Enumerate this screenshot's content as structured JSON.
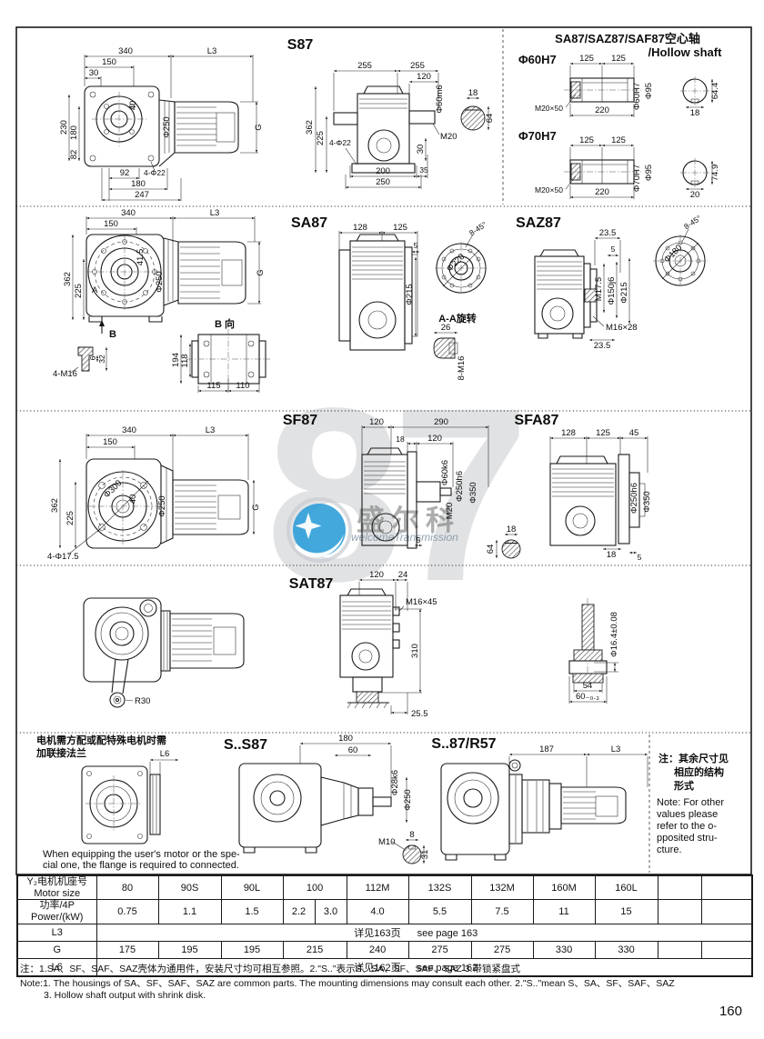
{
  "page": {
    "number": "160"
  },
  "watermark": {
    "big_number": "87",
    "brand": "盛尔科",
    "subtitle": "welcomeTransmission"
  },
  "titles": {
    "s87": "S87",
    "hollow_cn": "SA87/SAZ87/SAF87空心轴",
    "hollow_en": "/Hollow shaft",
    "d60": "Φ60H7",
    "d70": "Φ70H7",
    "sa87": "SA87",
    "saz87": "SAZ87",
    "sf87": "SF87",
    "sfa87": "SFA87",
    "sat87": "SAT87",
    "ss87": "S..S87",
    "s87r57": "S..87/R57"
  },
  "dims": {
    "s87_front": [
      "340",
      "L3",
      "150",
      "30",
      "230",
      "180",
      "82",
      "40",
      "Φ250",
      "G",
      "92",
      "4-Φ22",
      "180",
      "247"
    ],
    "s87_side": [
      "255",
      "255",
      "120",
      "Φ60m6",
      "18",
      "64",
      "M20",
      "362",
      "225",
      "4-Φ22",
      "30",
      "200",
      "35",
      "250"
    ],
    "hollow60": [
      "125",
      "125",
      "M20×50",
      "220",
      "Φ60H7",
      "Φ95",
      "64.4",
      "18"
    ],
    "hollow70": [
      "125",
      "125",
      "M20×50",
      "220",
      "Φ70H7",
      "Φ95",
      "74.9",
      "20"
    ],
    "sa87_front": [
      "340",
      "L3",
      "150",
      "362",
      "225",
      "41.5",
      "Φ250",
      "G",
      "B",
      "A"
    ],
    "sa87_stud": [
      "4-M16",
      "6",
      "32"
    ],
    "sa87_bview": [
      "B 向",
      "194",
      "118",
      "115",
      "110"
    ],
    "sa87_side": [
      "128",
      "125",
      "5",
      "Φ215"
    ],
    "sa87_flange": [
      "8-45°",
      "Φ220"
    ],
    "sa87_aa": [
      "A-A旋转",
      "26",
      "8-M16"
    ],
    "saz87_side": [
      "23.5",
      "5",
      "M17.5",
      "Φ150j6",
      "Φ215",
      "M16×28",
      "23.5"
    ],
    "saz87_flange": [
      "8-45°",
      "Φ180"
    ],
    "sf87_front": [
      "340",
      "L3",
      "150",
      "362",
      "225",
      "Φ300",
      "40",
      "Φ250",
      "G",
      "4-Φ17.5"
    ],
    "sf87_side": [
      "120",
      "290",
      "18",
      "120",
      "Φ60k6",
      "Φ250h6",
      "Φ350",
      "M20",
      "5",
      "18",
      "64"
    ],
    "sfa87_side": [
      "128",
      "125",
      "45",
      "Φ250h6",
      "Φ350",
      "18",
      "5"
    ],
    "sat87_front": [
      "R30"
    ],
    "sat87_side": [
      "120",
      "24",
      "M16×45",
      "310",
      "25.5"
    ],
    "sat87_detail": [
      "Φ16.4±0.08",
      "54",
      "60₋₀.₃"
    ],
    "ss87_flange": [
      "L6"
    ],
    "ss87_side": [
      "180",
      "60",
      "Φ28k6",
      "Φ250",
      "M10",
      "8",
      "31"
    ],
    "s87r57": [
      "187",
      "L3"
    ]
  },
  "row5_notes": {
    "cn1": "电机需方配或配特殊电机时需",
    "cn2": "加联接法兰",
    "en1": "When equipping the user's motor or the spe-",
    "en2": "cial one, the flange is required to connected."
  },
  "side_note": {
    "cn1": "注：其余尺寸见",
    "cn2": "相应的结构",
    "cn3": "形式",
    "en1": "Note: For other",
    "en2": "values please",
    "en3": "refer to the o-",
    "en4": "pposited stru-",
    "en5": "cture."
  },
  "table": {
    "motor_label_cn": "Y₂电机机座号",
    "motor_label_en": "Motor size",
    "power_label_cn": "功率/4P",
    "power_label_en": "Power/(kW)",
    "motor_sizes": [
      "80",
      "90S",
      "90L",
      "100",
      "112M",
      "132S",
      "132M",
      "160M",
      "160L"
    ],
    "powers": [
      "0.75",
      "1.1",
      "1.5",
      "2.2",
      "3.0",
      "4.0",
      "5.5",
      "7.5",
      "11",
      "15"
    ],
    "l3_label": "L3",
    "l3_cn": "详见163页",
    "l3_en": "see page 163",
    "g_label": "G",
    "g_values": [
      "175",
      "195",
      "195",
      "215",
      "240",
      "275",
      "275",
      "330",
      "330"
    ],
    "l6_label": "L6",
    "l6_cn": "详见162页",
    "l6_en": "see page 162"
  },
  "footnotes": {
    "cn": "注：1.SA、SF、SAF、SAZ壳体为通用件，安装尺寸均可相互参照。2.\"S..\"表示S、SA、SF、SAF、SAZ 3.带锁紧盘式",
    "en1": "Note:1. The housings of SA、SF、SAF、SAZ are common parts. The mounting dimensions may consult each other. 2.\"S..\"mean S、SA、SF、SAF、SAZ",
    "en2": "3. Hollow shaft output with shrink disk."
  }
}
